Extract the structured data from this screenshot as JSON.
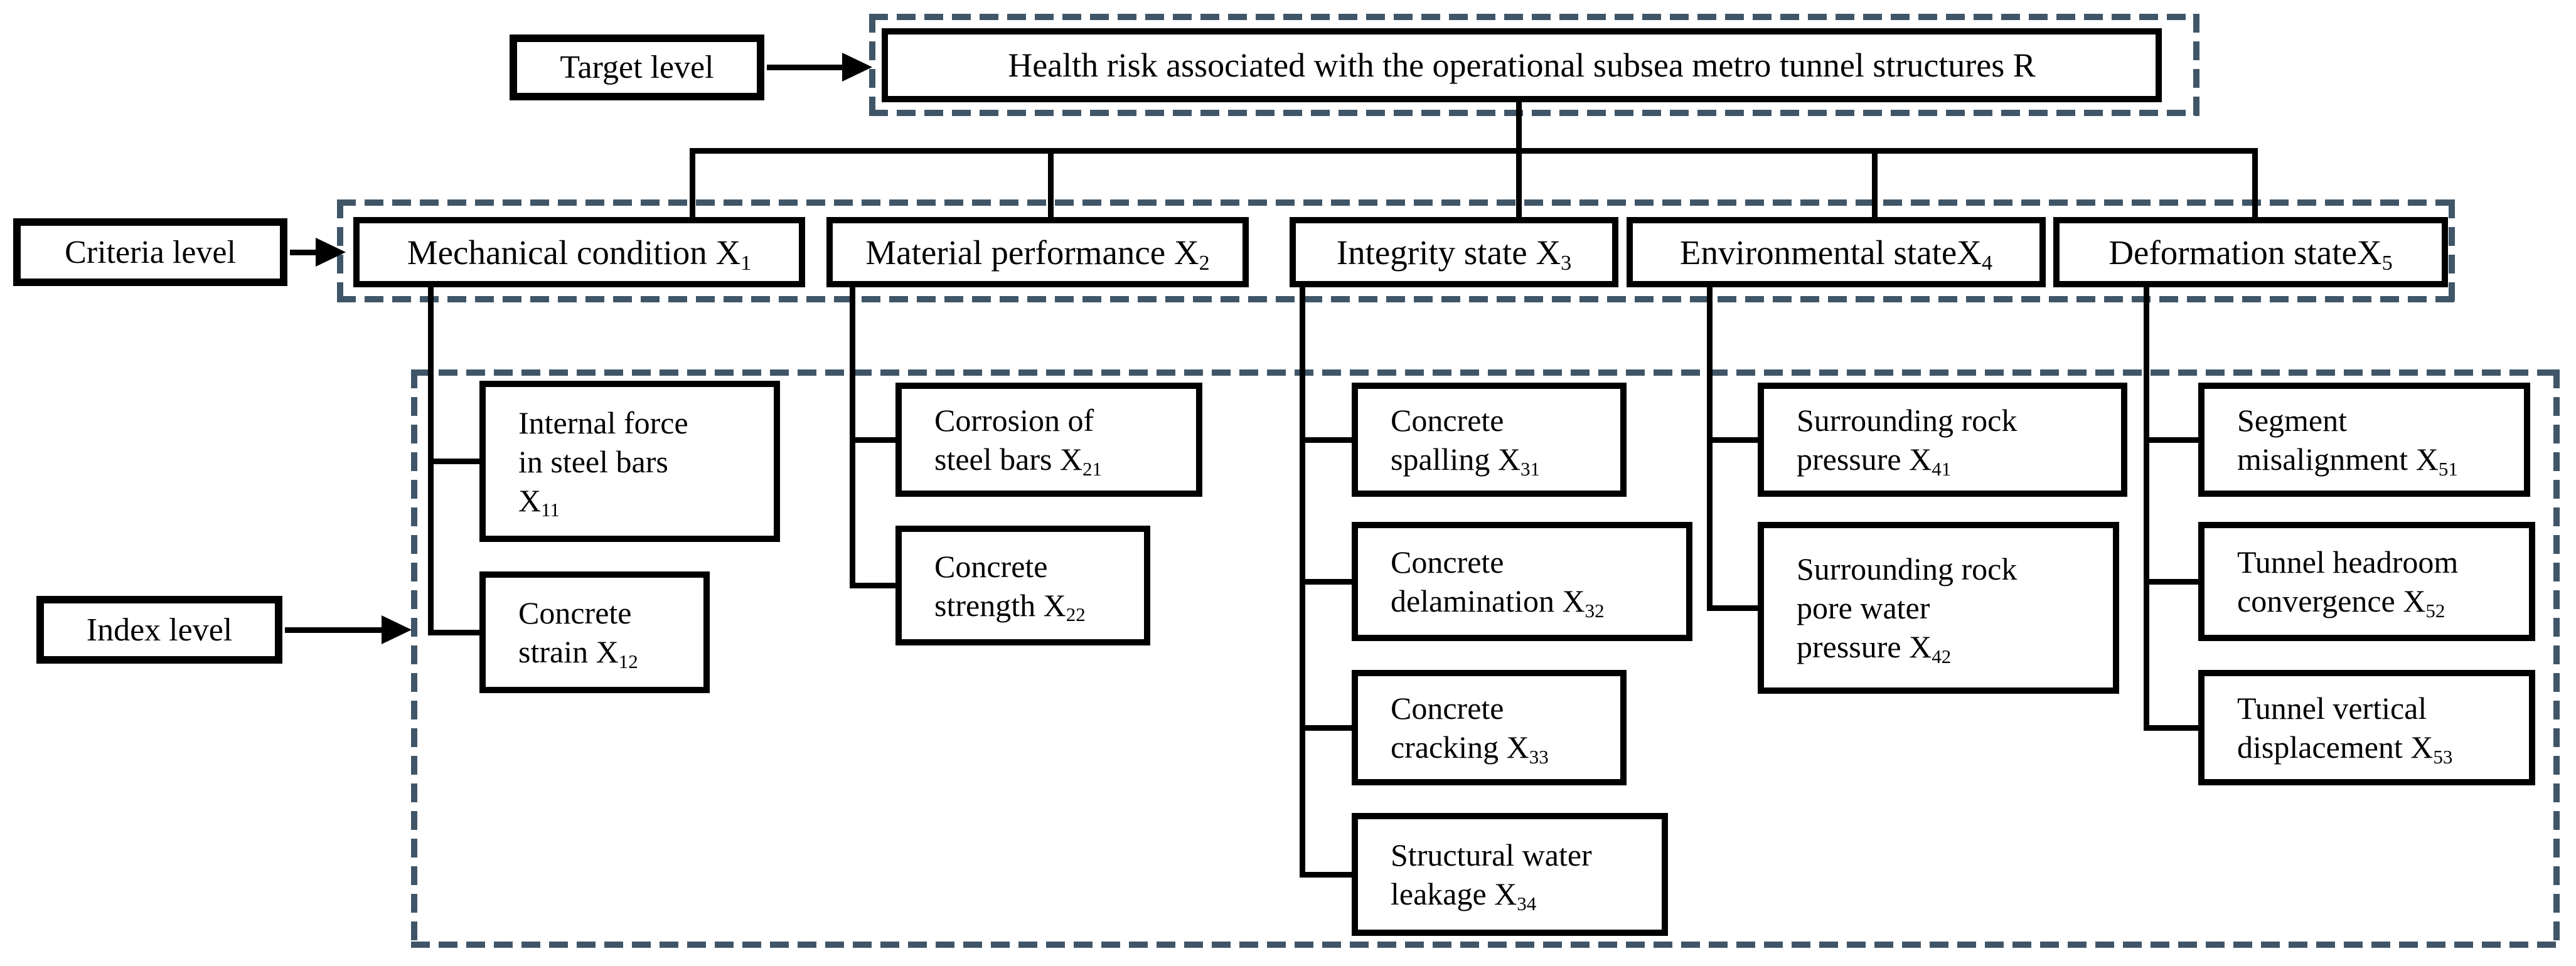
{
  "labels": {
    "target_level": "Target level",
    "criteria_level": "Criteria level",
    "index_level": "Index level"
  },
  "target": {
    "title": "Health risk associated with the operational subsea metro tunnel structures R"
  },
  "criteria": [
    {
      "label": "Mechanical condition X",
      "sub": "1"
    },
    {
      "label": "Material performance X",
      "sub": "2"
    },
    {
      "label": "Integrity state X",
      "sub": "3"
    },
    {
      "label": "Environmental stateX",
      "sub": "4"
    },
    {
      "label": "Deformation stateX",
      "sub": "5"
    }
  ],
  "index": {
    "col1": [
      {
        "lines": [
          "Internal force",
          "in steel bars",
          "X"
        ],
        "sub": "11"
      },
      {
        "lines": [
          "Concrete",
          "strain X"
        ],
        "sub": "12"
      }
    ],
    "col2": [
      {
        "lines": [
          "Corrosion of",
          "steel bars X"
        ],
        "sub": "21"
      },
      {
        "lines": [
          "Concrete",
          "strength X"
        ],
        "sub": "22"
      }
    ],
    "col3": [
      {
        "lines": [
          "Concrete",
          "spalling X"
        ],
        "sub": "31"
      },
      {
        "lines": [
          "Concrete",
          "delamination X"
        ],
        "sub": "32"
      },
      {
        "lines": [
          "Concrete",
          "cracking X"
        ],
        "sub": "33"
      },
      {
        "lines": [
          "Structural water",
          "leakage X"
        ],
        "sub": "34"
      }
    ],
    "col4": [
      {
        "lines": [
          "Surrounding rock",
          "pressure X"
        ],
        "sub": "41"
      },
      {
        "lines": [
          "Surrounding rock",
          "pore water",
          "pressure X"
        ],
        "sub": "42"
      }
    ],
    "col5": [
      {
        "lines": [
          "Segment",
          "misalignment X"
        ],
        "sub": "51"
      },
      {
        "lines": [
          "Tunnel headroom",
          "convergence X"
        ],
        "sub": "52"
      },
      {
        "lines": [
          "Tunnel vertical",
          "displacement X"
        ],
        "sub": "53"
      }
    ]
  },
  "colors": {
    "line": "#000000",
    "dashed_border": "#405668",
    "background": "#ffffff"
  }
}
